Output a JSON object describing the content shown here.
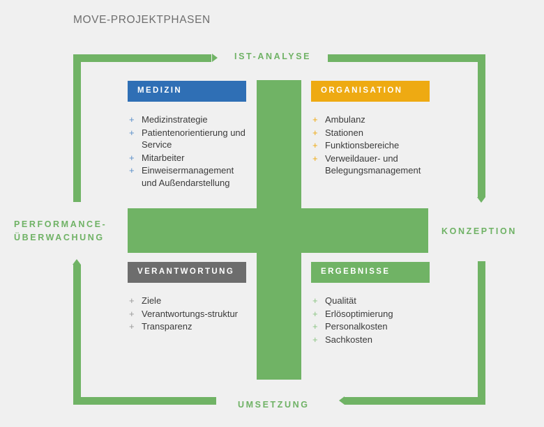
{
  "title": "MOVE-PROJEKTPHASEN",
  "colors": {
    "background": "#f0f0f0",
    "green": "#70b365",
    "blue": "#2f6fb5",
    "orange": "#eeaa12",
    "gray": "#6d6d6d",
    "title_text": "#6e6e6e",
    "body_text": "#3a3a3a"
  },
  "phases": [
    {
      "id": "ist-analyse",
      "label": "IST-ANALYSE"
    },
    {
      "id": "konzeption",
      "label": "KONZEPTION"
    },
    {
      "id": "umsetzung",
      "label": "UMSETZUNG"
    },
    {
      "id": "performance-ueberwachung",
      "label_line1": "PERFORMANCE-",
      "label_line2": "ÜBERWACHUNG"
    }
  ],
  "cards": [
    {
      "id": "medizin",
      "header": "MEDIZIN",
      "header_color": "#2f6fb5",
      "items": [
        "Medizinstrategie",
        "Patientenorientierung und Service",
        "Mitarbeiter",
        "Einweisermanagement und Außendarstellung"
      ]
    },
    {
      "id": "organisation",
      "header": "ORGANISATION",
      "header_color": "#eeaa12",
      "items": [
        "Ambulanz",
        "Stationen",
        "Funktionsbereiche",
        "Verweildauer- und Belegungsmanagement"
      ]
    },
    {
      "id": "verantwortung",
      "header": "VERANTWORTUNG",
      "header_color": "#6d6d6d",
      "items": [
        "Ziele",
        "Verantwortungs-struktur",
        "Transparenz"
      ]
    },
    {
      "id": "ergebnisse",
      "header": "ERGEBNISSE",
      "header_color": "#70b365",
      "items": [
        "Qualität",
        "Erlösoptimierung",
        "Personalkosten",
        "Sachkosten"
      ]
    }
  ],
  "bullet": "+"
}
